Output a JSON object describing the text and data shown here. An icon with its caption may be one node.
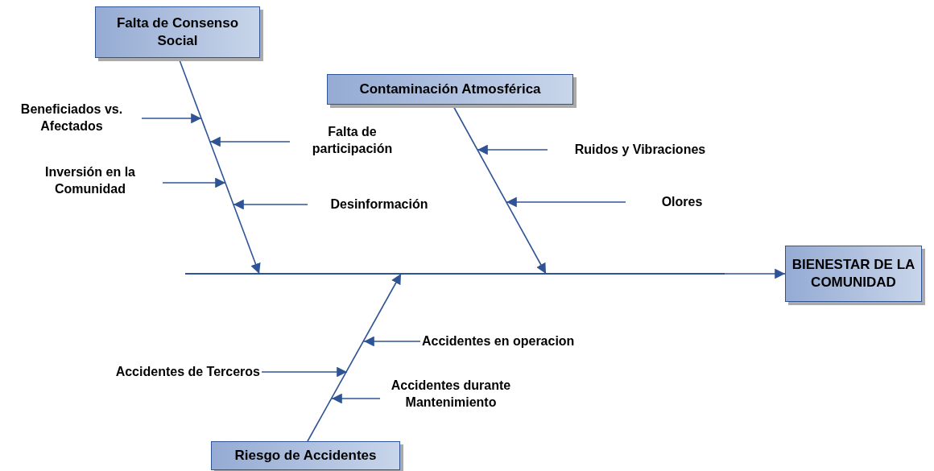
{
  "diagram": {
    "nodes": [
      {
        "text": [
          "Falta de Consenso Social"
        ]
      },
      {
        "text": [
          "Beneficiados vs. Afectados"
        ]
      },
      {
        "text": [
          "Falta de participación"
        ]
      },
      {
        "text": [
          "Inversión en la Comunidad"
        ]
      },
      {
        "text": [
          "Desinformación"
        ]
      },
      {
        "text": [
          "Contaminación Atmosférica"
        ]
      },
      {
        "text": [
          "Ruidos y Vibraciones"
        ]
      },
      {
        "text": [
          "Olores"
        ]
      },
      {
        "text": [],
        "shape": "line"
      },
      {
        "text": [
          "BIENESTAR DE LA COMUNIDAD"
        ]
      },
      {
        "text": [
          "Accidentes en operacion"
        ]
      },
      {
        "text": [
          "Accidentes de Terceros"
        ]
      },
      {
        "text": [
          "Accidentes durante Mantenimiento"
        ]
      },
      {
        "text": [
          "Riesgo de Accidentes"
        ]
      }
    ],
    "edges": [
      {
        "from": 0,
        "to": 8,
        "arrow": "to"
      },
      {
        "from": 1,
        "to": null,
        "arrow": "to"
      },
      {
        "from": 2,
        "to": null,
        "arrow": "to"
      },
      {
        "from": 3,
        "to": null,
        "arrow": "to"
      },
      {
        "from": 4,
        "to": null,
        "arrow": "to"
      },
      {
        "from": 5,
        "to": 8,
        "arrow": "to"
      },
      {
        "from": 6,
        "to": null,
        "arrow": "to"
      },
      {
        "from": 7,
        "to": null,
        "arrow": "to"
      },
      {
        "from": 8,
        "to": 9,
        "arrow": "to"
      },
      {
        "from": 13,
        "to": 8,
        "arrow": "to"
      },
      {
        "from": 10,
        "to": null,
        "arrow": "to"
      },
      {
        "from": 11,
        "to": null,
        "arrow": "to"
      },
      {
        "from": 12,
        "to": null,
        "arrow": "to"
      }
    ]
  }
}
